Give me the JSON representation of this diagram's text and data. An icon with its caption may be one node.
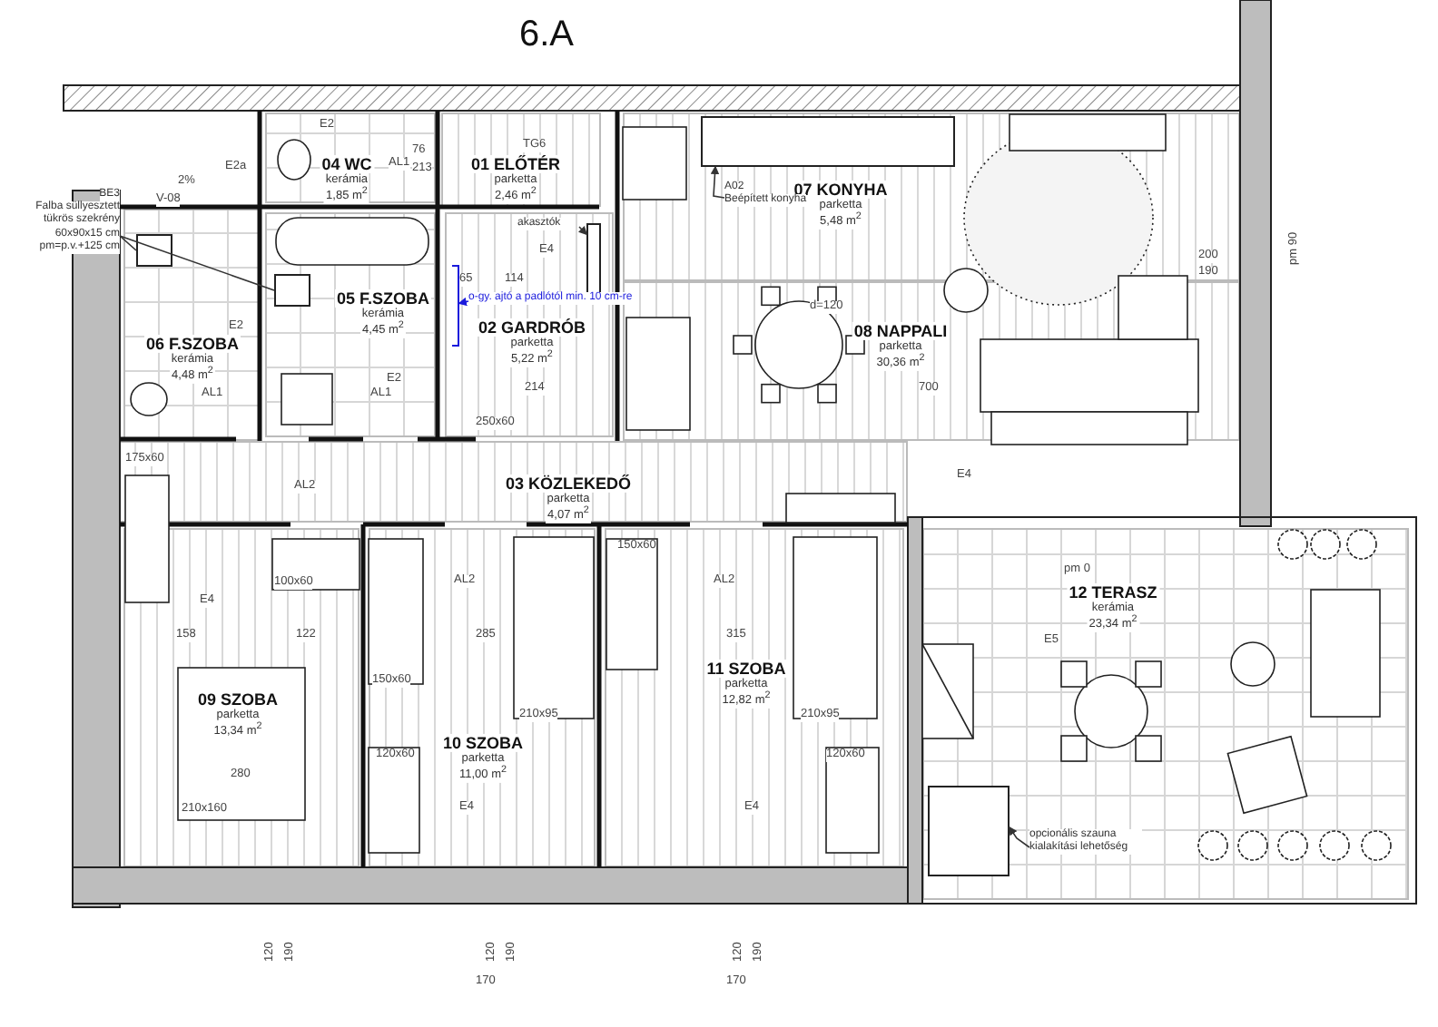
{
  "diagram": {
    "title": "6.A",
    "nodes": [
      {
        "text": [
          "01 ELŐTÉR",
          "parketta",
          "2,46 m$^{2}$"
        ]
      },
      {
        "text": [
          "02 GARDRÓB",
          "parketta",
          "5,22 m$^{2}$"
        ]
      },
      {
        "text": [
          "03 KÖZLEKEDŐ",
          "parketta",
          "4,07 m$^{2}$"
        ]
      },
      {
        "text": [
          "04 WC",
          "kerámia",
          "1,85 m$^{2}$"
        ]
      },
      {
        "text": [
          "05 F.SZOBA",
          "kerámia",
          "4,45 m$^{2}$"
        ]
      },
      {
        "text": [
          "06 F.SZOBA",
          "kerámia",
          "4,48 m$^{2}$"
        ]
      },
      {
        "text": [
          "07 KONYHA",
          "parketta",
          "5,48 m$^{2}$"
        ]
      },
      {
        "text": [
          "08 NAPPALI",
          "parketta",
          "30,36 m$^{2}$"
        ]
      },
      {
        "text": [
          "09 SZOBA",
          "parketta",
          "13,34 m$^{2}$"
        ]
      },
      {
        "text": [
          "10 SZOBA",
          "parketta",
          "11,00 m$^{2}$"
        ]
      },
      {
        "text": [
          "11 SZOBA",
          "parketta",
          "12,82 m$^{2}$"
        ]
      },
      {
        "text": [
          "12 TERASZ",
          "kerámia",
          "23,34 m$^{2}$"
        ]
      },
      {
        "text": [
          "BE3",
          "Falba süllyesztett tükrös szekrény 60x90x15 cm pm=p.v.+125 cm"
        ]
      },
      {
        "text": [
          "akasztók"
        ],
        "in": 1
      },
      {
        "text": [
          "A02",
          "Beépített konyha"
        ],
        "in": 6
      },
      {
        "text": [
          "opcionális szauna kialakítási lehetőség"
        ],
        "in": 11
      },
      {
        "text": [
          "o-gy. ajtó a padlótól min. 10 cm-re"
        ]
      },
      {
        "text": [],
        "shape": "box",
        "in": 5
      },
      {
        "text": [],
        "shape": "box",
        "in": 4
      },
      {
        "text": [],
        "shape": "box",
        "in": 1
      },
      {
        "text": [],
        "shape": "box",
        "in": 6
      },
      {
        "text": [],
        "shape": "box",
        "in": 11
      },
      {
        "text": [],
        "shape": "bar",
        "in": 1
      }
    ],
    "edges": [
      {
        "from": 12,
        "to": 17,
        "arrow": "none"
      },
      {
        "from": 12,
        "to": 18,
        "arrow": "none"
      },
      {
        "from": 13,
        "to": 19,
        "arrow": "to"
      },
      {
        "from": 14,
        "to": 20,
        "arrow": "to"
      },
      {
        "from": 15,
        "to": 21,
        "arrow": "to"
      },
      {
        "from": 16,
        "to": 22,
        "arrow": "to",
        "color": "#1a1adc"
      }
    ],
    "labels": [
      "E2",
      "E2a",
      "2%",
      "V-08",
      "E2",
      "E2",
      "AL1",
      "76",
      "213",
      "AL1",
      "AL1",
      "TG6",
      "E4",
      "65",
      "114",
      "214",
      "250x60",
      "d=120",
      "700",
      "E4",
      "200",
      "190",
      "AL2",
      "175x60",
      "E4",
      "100x60",
      "158",
      "122",
      "AL2",
      "285",
      "150x60",
      "150x60",
      "315",
      "AL2",
      "210x160",
      "280",
      "120x60",
      "210x95",
      "210x95",
      "120x60",
      "E4",
      "E4",
      "pm 0",
      "E5",
      "120",
      "190",
      "120",
      "190",
      "120",
      "190",
      "170",
      "170",
      "pm 90"
    ]
  }
}
